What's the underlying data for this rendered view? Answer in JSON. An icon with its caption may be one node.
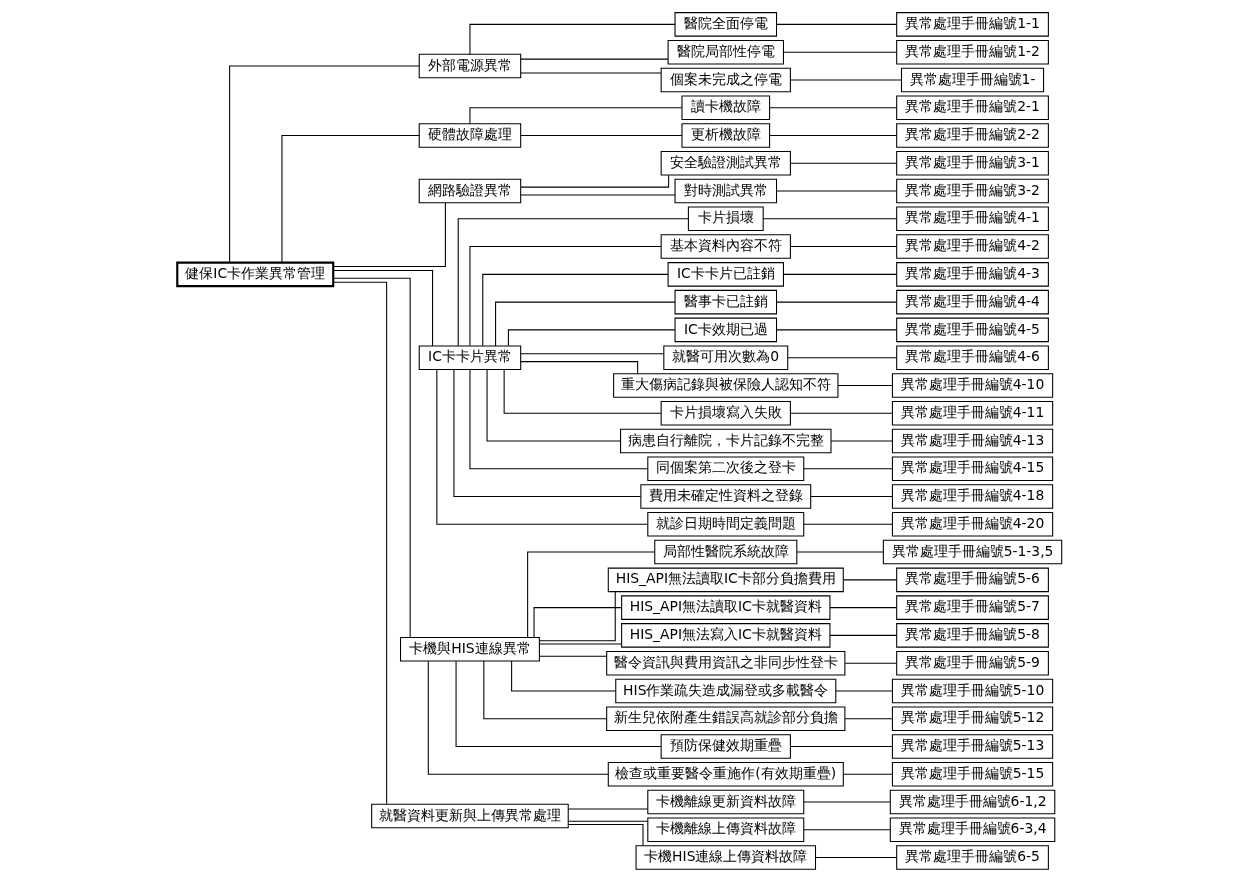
{
  "diagram": {
    "nodes": [
      {
        "text": [
          "健保IC卡作業異常管理"
        ]
      },
      {
        "text": [
          "外部電源異常"
        ]
      },
      {
        "text": [
          "硬體故障處理"
        ]
      },
      {
        "text": [
          "網路驗證異常"
        ]
      },
      {
        "text": [
          "IC卡卡片異常"
        ]
      },
      {
        "text": [
          "卡機與HIS連線異常"
        ]
      },
      {
        "text": [
          "就醫資料更新與上傳異常處理"
        ]
      },
      {
        "text": [
          "醫院全面停電"
        ]
      },
      {
        "text": [
          "醫院局部性停電"
        ]
      },
      {
        "text": [
          "個案未完成之停電"
        ]
      },
      {
        "text": [
          "讀卡機故障"
        ]
      },
      {
        "text": [
          "更析機故障"
        ]
      },
      {
        "text": [
          "安全驗證測試異常"
        ]
      },
      {
        "text": [
          "對時測試異常"
        ]
      },
      {
        "text": [
          "卡片損壞"
        ]
      },
      {
        "text": [
          "基本資料內容不符"
        ]
      },
      {
        "text": [
          "IC卡卡片已註銷"
        ]
      },
      {
        "text": [
          "醫事卡已註銷"
        ]
      },
      {
        "text": [
          "IC卡效期已過"
        ]
      },
      {
        "text": [
          "就醫可用次數為0"
        ]
      },
      {
        "text": [
          "重大傷病記錄與被保險人認知不符"
        ]
      },
      {
        "text": [
          "卡片損壞寫入失敗"
        ]
      },
      {
        "text": [
          "病患自行離院，卡片記錄不完整"
        ]
      },
      {
        "text": [
          "同個案第二次後之登卡"
        ]
      },
      {
        "text": [
          "費用未確定性資料之登錄"
        ]
      },
      {
        "text": [
          "就診日期時間定義問題"
        ]
      },
      {
        "text": [
          "局部性醫院系統故障"
        ]
      },
      {
        "text": [
          "HIS_API無法讀取IC卡部分負擔費用"
        ]
      },
      {
        "text": [
          "HIS_API無法讀取IC卡就醫資料"
        ]
      },
      {
        "text": [
          "HIS_API無法寫入IC卡就醫資料"
        ]
      },
      {
        "text": [
          "醫令資訊與費用資訊之非同步性登卡"
        ]
      },
      {
        "text": [
          "HIS作業疏失造成漏登或多載醫令"
        ]
      },
      {
        "text": [
          "新生兒依附產生錯誤高就診部分負擔"
        ]
      },
      {
        "text": [
          "預防保健效期重疊"
        ]
      },
      {
        "text": [
          "檢查或重要醫令重施作(有效期重疊)"
        ]
      },
      {
        "text": [
          "卡機離線更新資料故障"
        ]
      },
      {
        "text": [
          "卡機離線上傳資料故障"
        ]
      },
      {
        "text": [
          "卡機HIS連線上傳資料故障"
        ]
      },
      {
        "text": [
          "異常處理手冊編號1-1"
        ]
      },
      {
        "text": [
          "異常處理手冊編號1-2"
        ]
      },
      {
        "text": [
          "異常處理手冊編號1-"
        ]
      },
      {
        "text": [
          "異常處理手冊編號2-1"
        ]
      },
      {
        "text": [
          "異常處理手冊編號2-2"
        ]
      },
      {
        "text": [
          "異常處理手冊編號3-1"
        ]
      },
      {
        "text": [
          "異常處理手冊編號3-2"
        ]
      },
      {
        "text": [
          "異常處理手冊編號4-1"
        ]
      },
      {
        "text": [
          "異常處理手冊編號4-2"
        ]
      },
      {
        "text": [
          "異常處理手冊編號4-3"
        ]
      },
      {
        "text": [
          "異常處理手冊編號4-4"
        ]
      },
      {
        "text": [
          "異常處理手冊編號4-5"
        ]
      },
      {
        "text": [
          "異常處理手冊編號4-6"
        ]
      },
      {
        "text": [
          "異常處理手冊編號4-10"
        ]
      },
      {
        "text": [
          "異常處理手冊編號4-11"
        ]
      },
      {
        "text": [
          "異常處理手冊編號4-13"
        ]
      },
      {
        "text": [
          "異常處理手冊編號4-15"
        ]
      },
      {
        "text": [
          "異常處理手冊編號4-18"
        ]
      },
      {
        "text": [
          "異常處理手冊編號4-20"
        ]
      },
      {
        "text": [
          "異常處理手冊編號5-1-3,5"
        ]
      },
      {
        "text": [
          "異常處理手冊編號5-6"
        ]
      },
      {
        "text": [
          "異常處理手冊編號5-7"
        ]
      },
      {
        "text": [
          "異常處理手冊編號5-8"
        ]
      },
      {
        "text": [
          "異常處理手冊編號5-9"
        ]
      },
      {
        "text": [
          "異常處理手冊編號5-10"
        ]
      },
      {
        "text": [
          "異常處理手冊編號5-12"
        ]
      },
      {
        "text": [
          "異常處理手冊編號5-13"
        ]
      },
      {
        "text": [
          "異常處理手冊編號5-15"
        ]
      },
      {
        "text": [
          "異常處理手冊編號6-1,2"
        ]
      },
      {
        "text": [
          "異常處理手冊編號6-3,4"
        ]
      },
      {
        "text": [
          "異常處理手冊編號6-5"
        ]
      }
    ],
    "edges": [
      {
        "from": 0,
        "to": 1,
        "arrow": "none"
      },
      {
        "from": 0,
        "to": 2,
        "arrow": "none"
      },
      {
        "from": 0,
        "to": 3,
        "arrow": "none"
      },
      {
        "from": 0,
        "to": 4,
        "arrow": "none"
      },
      {
        "from": 0,
        "to": 5,
        "arrow": "none"
      },
      {
        "from": 0,
        "to": 6,
        "arrow": "none"
      },
      {
        "from": 1,
        "to": 7,
        "arrow": "none"
      },
      {
        "from": 1,
        "to": 8,
        "arrow": "none"
      },
      {
        "from": 1,
        "to": 9,
        "arrow": "none"
      },
      {
        "from": 2,
        "to": 10,
        "arrow": "none"
      },
      {
        "from": 2,
        "to": 11,
        "arrow": "none"
      },
      {
        "from": 3,
        "to": 12,
        "arrow": "none"
      },
      {
        "from": 3,
        "to": 13,
        "arrow": "none"
      },
      {
        "from": 4,
        "to": 14,
        "arrow": "none"
      },
      {
        "from": 4,
        "to": 15,
        "arrow": "none"
      },
      {
        "from": 4,
        "to": 16,
        "arrow": "none"
      },
      {
        "from": 4,
        "to": 17,
        "arrow": "none"
      },
      {
        "from": 4,
        "to": 18,
        "arrow": "none"
      },
      {
        "from": 4,
        "to": 19,
        "arrow": "none"
      },
      {
        "from": 4,
        "to": 20,
        "arrow": "none"
      },
      {
        "from": 4,
        "to": 21,
        "arrow": "none"
      },
      {
        "from": 4,
        "to": 22,
        "arrow": "none"
      },
      {
        "from": 4,
        "to": 23,
        "arrow": "none"
      },
      {
        "from": 4,
        "to": 24,
        "arrow": "none"
      },
      {
        "from": 4,
        "to": 25,
        "arrow": "none"
      },
      {
        "from": 5,
        "to": 26,
        "arrow": "none"
      },
      {
        "from": 5,
        "to": 27,
        "arrow": "none"
      },
      {
        "from": 5,
        "to": 28,
        "arrow": "none"
      },
      {
        "from": 5,
        "to": 29,
        "arrow": "none"
      },
      {
        "from": 5,
        "to": 30,
        "arrow": "none"
      },
      {
        "from": 5,
        "to": 31,
        "arrow": "none"
      },
      {
        "from": 5,
        "to": 32,
        "arrow": "none"
      },
      {
        "from": 5,
        "to": 33,
        "arrow": "none"
      },
      {
        "from": 5,
        "to": 34,
        "arrow": "none"
      },
      {
        "from": 6,
        "to": 35,
        "arrow": "none"
      },
      {
        "from": 6,
        "to": 36,
        "arrow": "none"
      },
      {
        "from": 6,
        "to": 37,
        "arrow": "none"
      },
      {
        "from": 7,
        "to": 38,
        "arrow": "none"
      },
      {
        "from": 8,
        "to": 39,
        "arrow": "none"
      },
      {
        "from": 9,
        "to": 40,
        "arrow": "none"
      },
      {
        "from": 10,
        "to": 41,
        "arrow": "none"
      },
      {
        "from": 11,
        "to": 42,
        "arrow": "none"
      },
      {
        "from": 12,
        "to": 43,
        "arrow": "none"
      },
      {
        "from": 13,
        "to": 44,
        "arrow": "none"
      },
      {
        "from": 14,
        "to": 45,
        "arrow": "none"
      },
      {
        "from": 15,
        "to": 46,
        "arrow": "none"
      },
      {
        "from": 16,
        "to": 47,
        "arrow": "none"
      },
      {
        "from": 17,
        "to": 48,
        "arrow": "none"
      },
      {
        "from": 18,
        "to": 49,
        "arrow": "none"
      },
      {
        "from": 19,
        "to": 50,
        "arrow": "none"
      },
      {
        "from": 20,
        "to": 51,
        "arrow": "none"
      },
      {
        "from": 21,
        "to": 52,
        "arrow": "none"
      },
      {
        "from": 22,
        "to": 53,
        "arrow": "none"
      },
      {
        "from": 23,
        "to": 54,
        "arrow": "none"
      },
      {
        "from": 24,
        "to": 55,
        "arrow": "none"
      },
      {
        "from": 25,
        "to": 56,
        "arrow": "none"
      },
      {
        "from": 26,
        "to": 57,
        "arrow": "none"
      },
      {
        "from": 27,
        "to": 58,
        "arrow": "none"
      },
      {
        "from": 28,
        "to": 59,
        "arrow": "none"
      },
      {
        "from": 29,
        "to": 60,
        "arrow": "none"
      },
      {
        "from": 30,
        "to": 61,
        "arrow": "none"
      },
      {
        "from": 31,
        "to": 62,
        "arrow": "none"
      },
      {
        "from": 32,
        "to": 63,
        "arrow": "none"
      },
      {
        "from": 33,
        "to": 64,
        "arrow": "none"
      },
      {
        "from": 34,
        "to": 65,
        "arrow": "none"
      },
      {
        "from": 35,
        "to": 66,
        "arrow": "none"
      },
      {
        "from": 36,
        "to": 67,
        "arrow": "none"
      },
      {
        "from": 37,
        "to": 68,
        "arrow": "none"
      }
    ]
  }
}
